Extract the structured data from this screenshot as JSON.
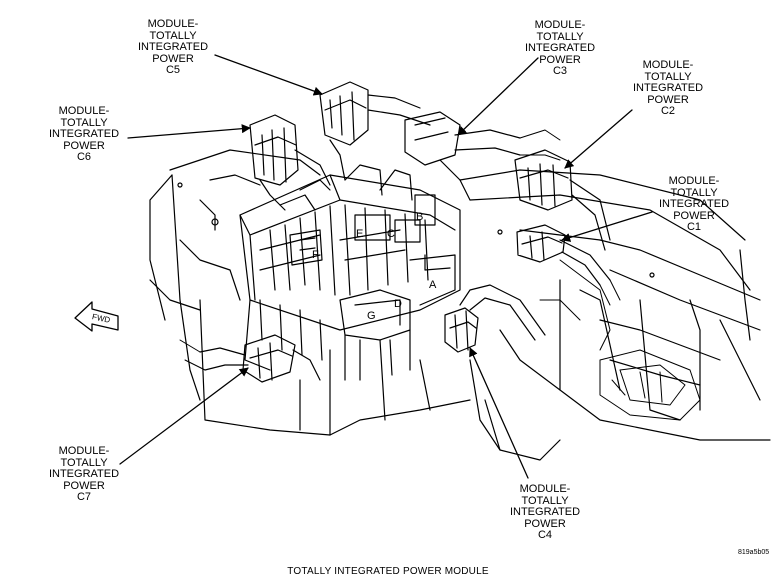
{
  "callouts": {
    "c5": [
      "MODULE-",
      "TOTALLY",
      "INTEGRATED",
      "POWER",
      "C5"
    ],
    "c3": [
      "MODULE-",
      "TOTALLY",
      "INTEGRATED",
      "POWER",
      "C3"
    ],
    "c2": [
      "MODULE-",
      "TOTALLY",
      "INTEGRATED",
      "POWER",
      "C2"
    ],
    "c6": [
      "MODULE-",
      "TOTALLY",
      "INTEGRATED",
      "POWER",
      "C6"
    ],
    "c1": [
      "MODULE-",
      "TOTALLY",
      "INTEGRATED",
      "POWER",
      "C1"
    ],
    "c7": [
      "MODULE-",
      "TOTALLY",
      "INTEGRATED",
      "POWER",
      "C7"
    ],
    "c4": [
      "MODULE-",
      "TOTALLY",
      "INTEGRATED",
      "POWER",
      "C4"
    ]
  },
  "connector_letters": {
    "a": "A",
    "b": "B",
    "c": "C",
    "d": "D",
    "e": "E",
    "f": "F",
    "g": "G"
  },
  "direction_arrow": "FWD",
  "figure_code": "819a5b05",
  "caption": "TOTALLY INTEGRATED POWER MODULE"
}
